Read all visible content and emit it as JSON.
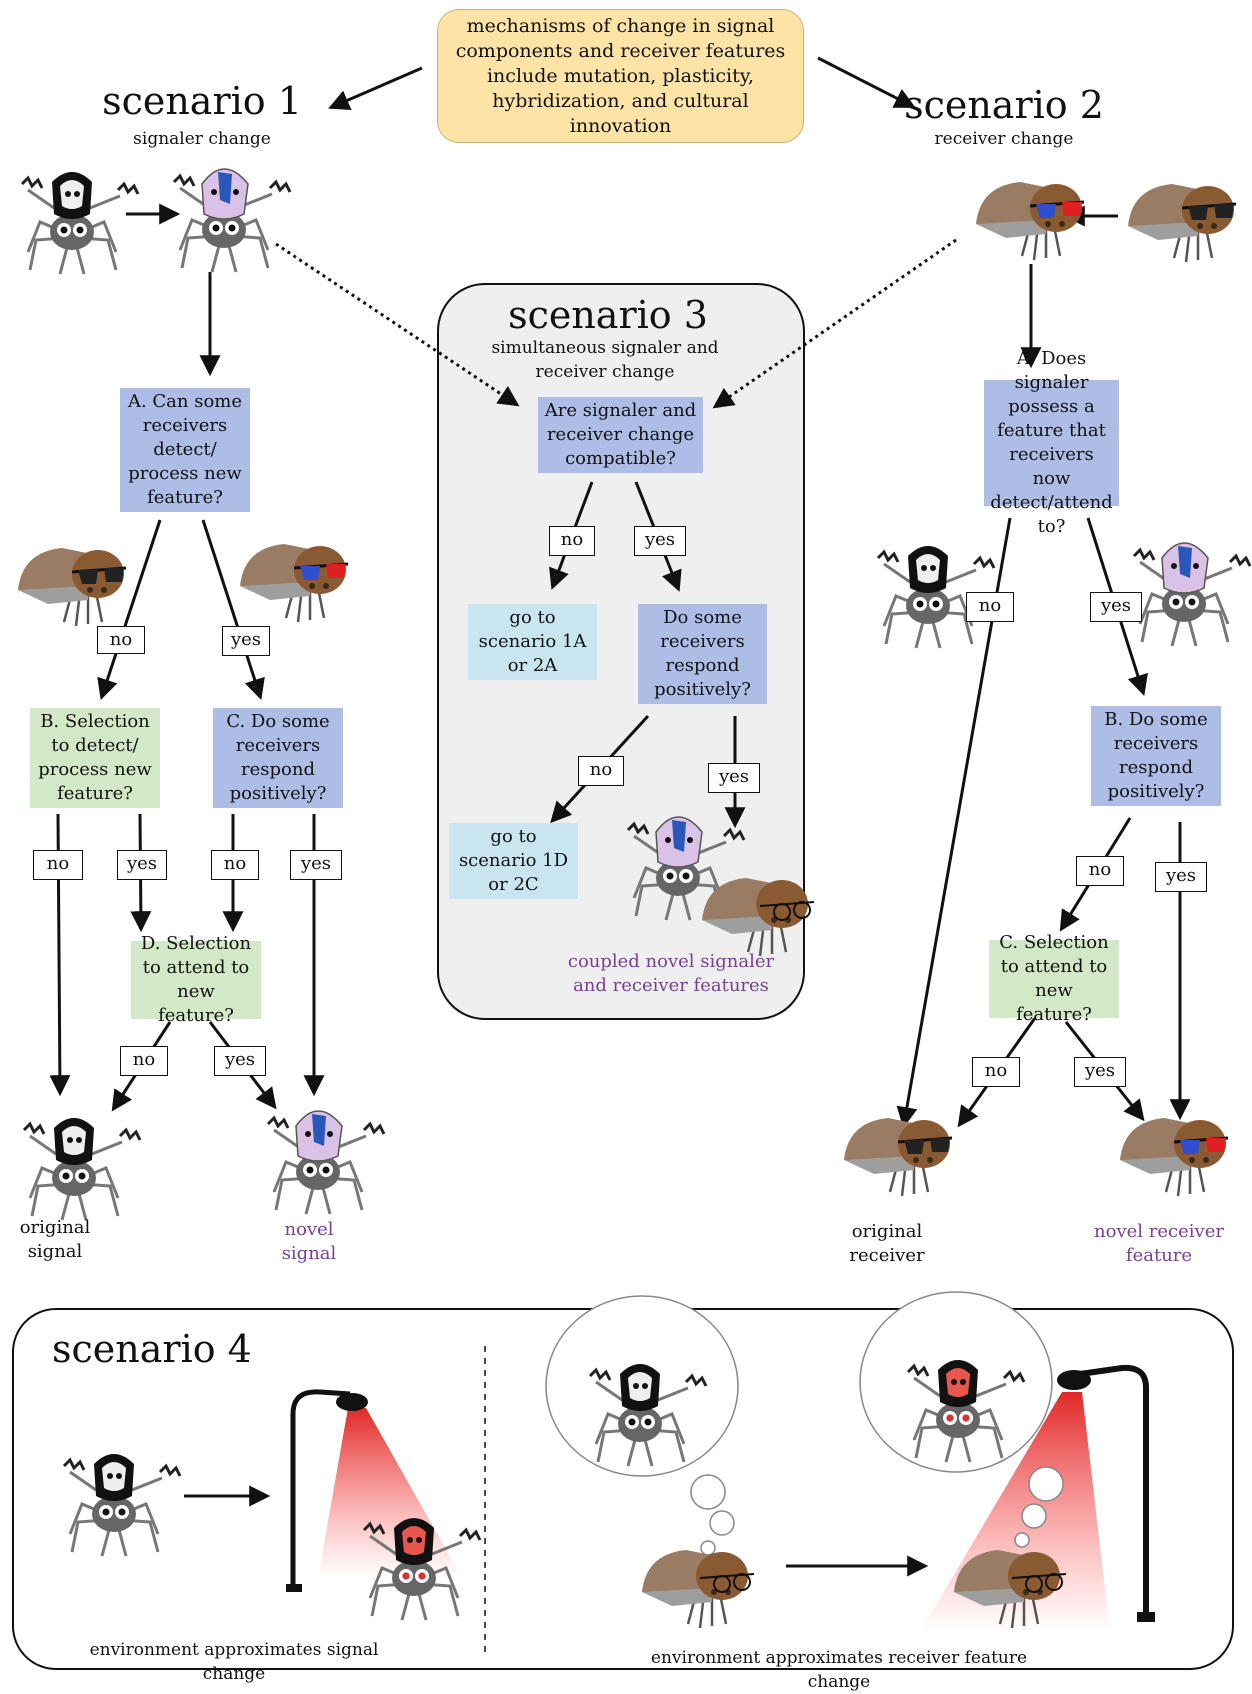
{
  "top": {
    "mechanisms": "mechanisms of change in signal components and receiver features include mutation, plasticity, hybridization, and cultural innovation"
  },
  "scenario1": {
    "title": "scenario 1",
    "subtitle": "signaler change",
    "A": "A. Can some receivers detect/ process new feature?",
    "B": "B. Selection to detect/ process new feature?",
    "C": "C. Do some receivers respond positively?",
    "D": "D. Selection to attend to new feature?",
    "original": "original signal",
    "novel": "novel signal"
  },
  "scenario2": {
    "title": "scenario 2",
    "subtitle": "receiver change",
    "A": "A. Does signaler possess a feature that receivers now detect/attend to?",
    "B": "B. Do some receivers respond positively?",
    "C": "C. Selection to attend to new feature?",
    "original": "original receiver",
    "novel": "novel receiver feature"
  },
  "scenario3": {
    "title": "scenario 3",
    "subtitle": "simultaneous signaler and receiver change",
    "Q1": "Are signaler and receiver change compatible?",
    "goto1": "go to scenario 1A or 2A",
    "Q2": "Do some receivers respond positively?",
    "goto2": "go to scenario 1D or 2C",
    "coupled": "coupled novel signaler and receiver features"
  },
  "scenario4": {
    "title": "scenario 4",
    "left_caption": "environment approximates signal change",
    "right_caption": "environment approximates receiver feature change"
  },
  "labels": {
    "no": "no",
    "yes": "yes"
  },
  "colors": {
    "question_box": "#aebde6",
    "selection_box": "#d3e8c6",
    "goto_box": "#c9e6f0",
    "mechanism_box": "#fde4a6",
    "panel3": "#efefef",
    "novel_text": "#7a3d99",
    "light_red": "#e03030"
  },
  "icons": [
    "spider-original-icon",
    "spider-novel-icon",
    "spider-red-icon",
    "receiver-sunglasses-icon",
    "receiver-3d-glasses-icon",
    "receiver-reading-glasses-icon",
    "streetlamp-icon",
    "thought-bubble-icon"
  ]
}
